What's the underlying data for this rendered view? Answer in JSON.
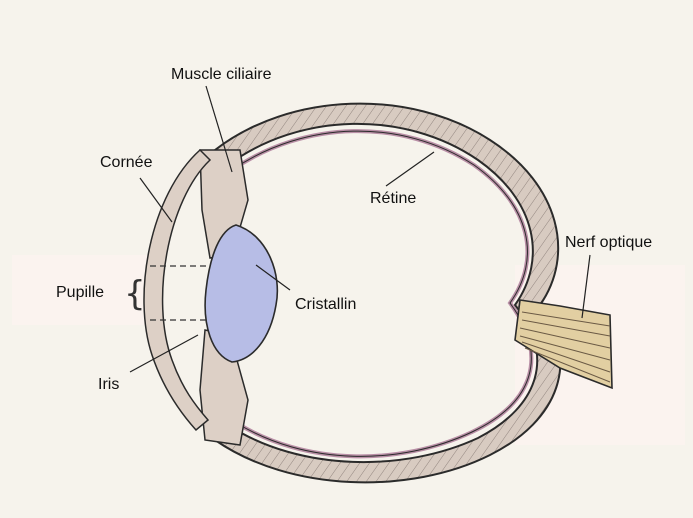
{
  "labels": {
    "muscle_ciliaire": "Muscle ciliaire",
    "cornee": "Cornée",
    "retine": "Rétine",
    "nerf_optique": "Nerf optique",
    "pupille": "Pupille",
    "cristallin": "Cristallin",
    "iris": "Iris"
  },
  "colors": {
    "background": "#f6f3ec",
    "sclera_fill": "#ddd0c6",
    "retina_line": "#b98fa6",
    "lens_fill": "#b7bde6",
    "outline": "#2b2b2b"
  }
}
